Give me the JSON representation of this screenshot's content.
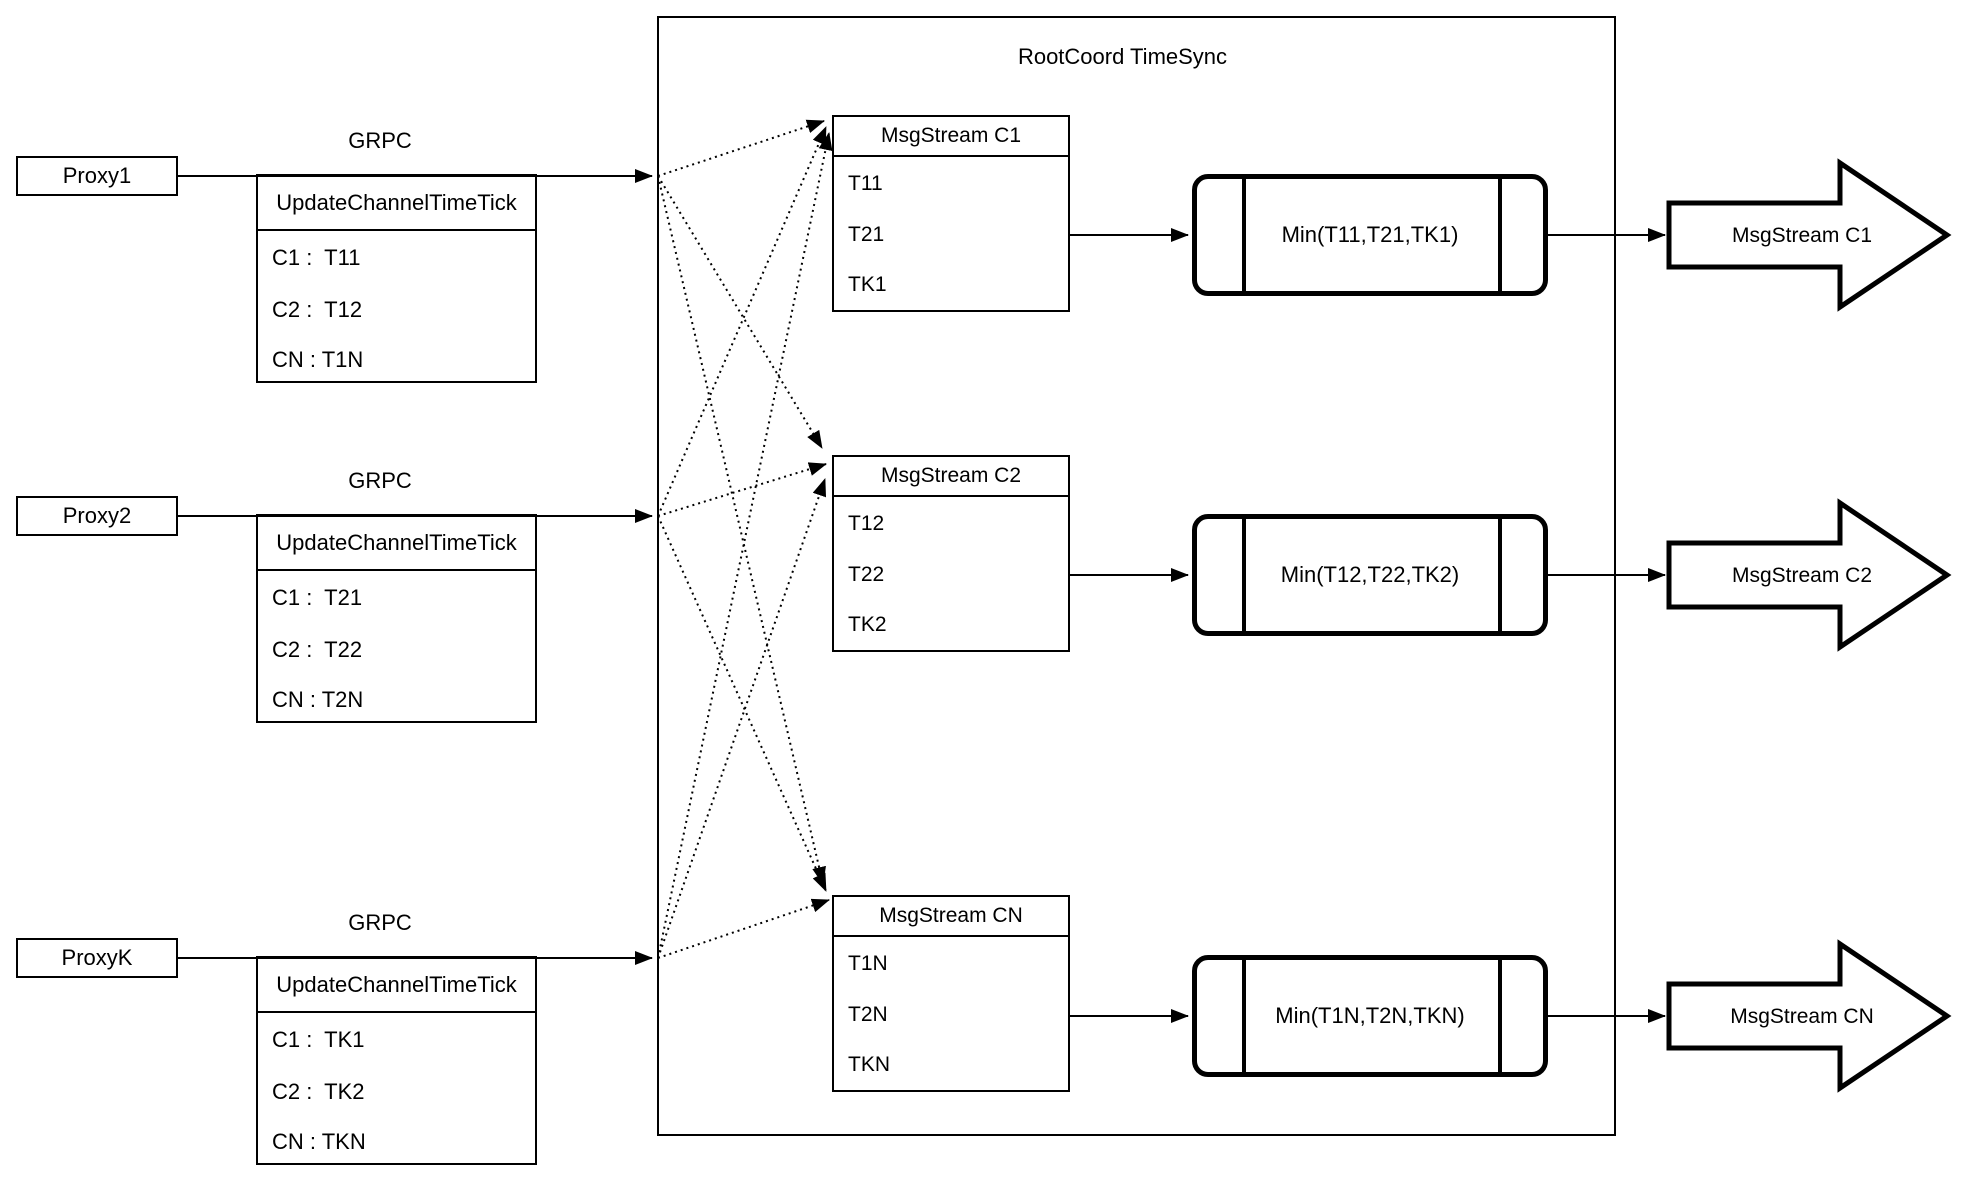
{
  "diagram": {
    "title": "RootCoord TimeSync",
    "colors": {
      "line": "#000000",
      "background": "#ffffff"
    },
    "proxies": [
      {
        "name": "Proxy1",
        "protocol": "GRPC",
        "message": {
          "title": "UpdateChannelTimeTick",
          "rows": [
            "C1 :  T11",
            "C2 :  T12",
            "CN : T1N"
          ]
        }
      },
      {
        "name": "Proxy2",
        "protocol": "GRPC",
        "message": {
          "title": "UpdateChannelTimeTick",
          "rows": [
            "C1 :  T21",
            "C2 :  T22",
            "CN : T2N"
          ]
        }
      },
      {
        "name": "ProxyK",
        "protocol": "GRPC",
        "message": {
          "title": "UpdateChannelTimeTick",
          "rows": [
            "C1 :  TK1",
            "C2 :  TK2",
            "CN : TKN"
          ]
        }
      }
    ],
    "streams": [
      {
        "title": "MsgStream C1",
        "rows": [
          "T11",
          "T21",
          "TK1"
        ],
        "min": "Min(T11,T21,TK1)",
        "output": "MsgStream C1"
      },
      {
        "title": "MsgStream C2",
        "rows": [
          "T12",
          "T22",
          "TK2"
        ],
        "min": "Min(T12,T22,TK2)",
        "output": "MsgStream C2"
      },
      {
        "title": "MsgStream CN",
        "rows": [
          "T1N",
          "T2N",
          "TKN"
        ],
        "min": "Min(T1N,T2N,TKN)",
        "output": "MsgStream CN"
      }
    ]
  }
}
